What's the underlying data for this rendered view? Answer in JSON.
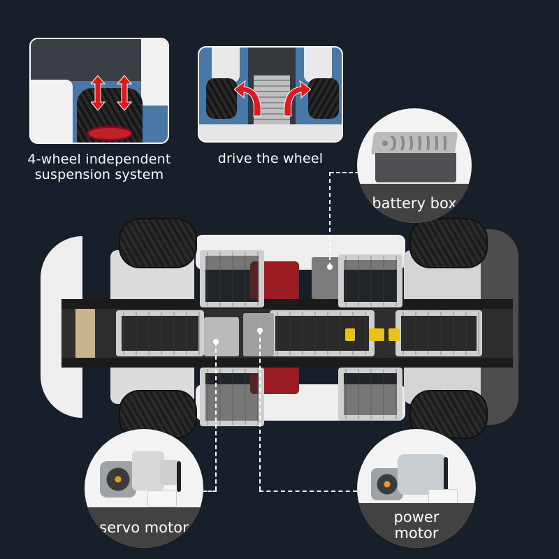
{
  "features": [
    {
      "id": "suspension",
      "caption_line1": "4-wheel  independent",
      "caption_line2": "suspension system",
      "icon": "up-down-arrows-icon",
      "arrow_color": "#e0191f"
    },
    {
      "id": "drive",
      "caption_line1": "drive the wheel",
      "icon": "curved-arrows-icon",
      "arrow_color": "#e0191f"
    }
  ],
  "callouts": {
    "battery_box": {
      "label": "battery box"
    },
    "servo_motor": {
      "label": "servo motor"
    },
    "power_motor": {
      "label": "power\nmotor"
    }
  },
  "colors": {
    "background": "#17202a",
    "callout_band": "#424242",
    "callout_bg": "#f3f3f3",
    "leader_line": "#ffffff",
    "inset_bg": "#4a78a6"
  }
}
